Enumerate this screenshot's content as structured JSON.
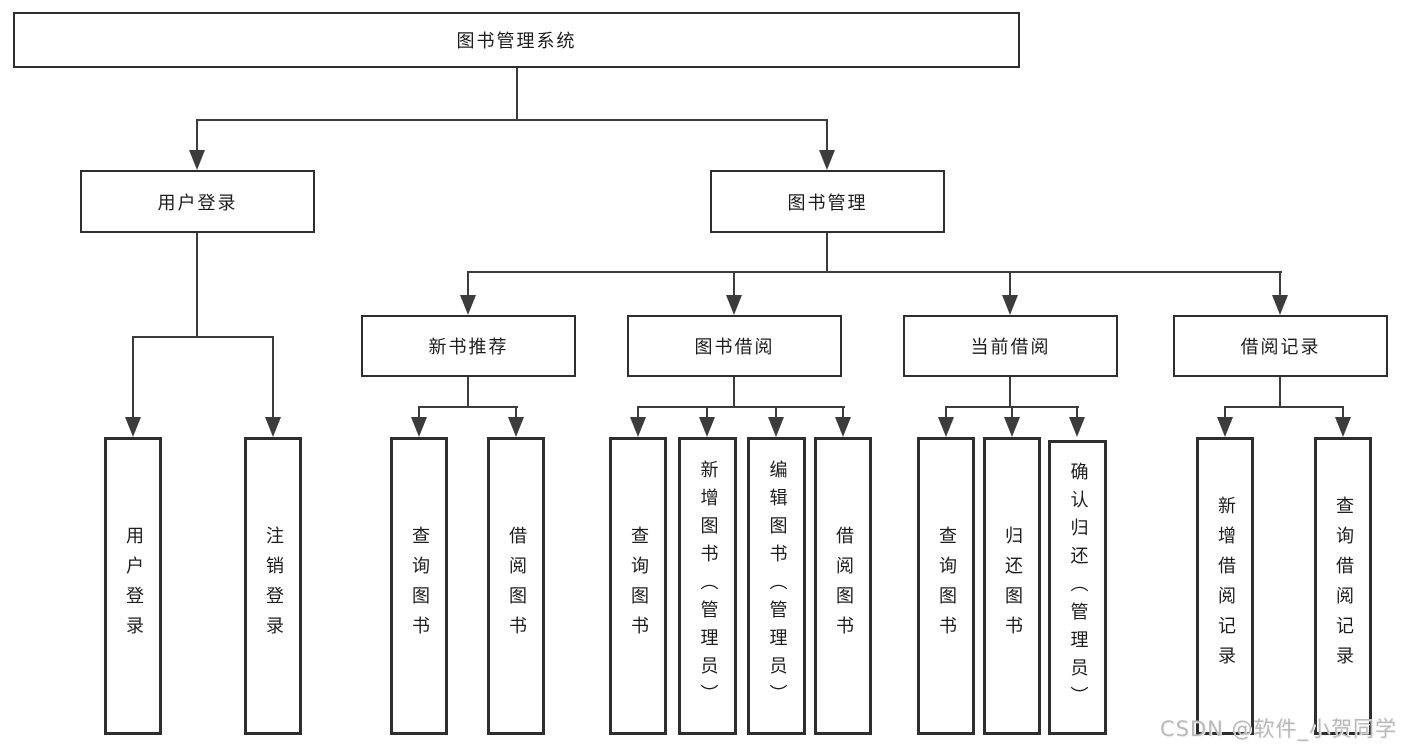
{
  "tree": {
    "root": {
      "label": "图书管理系统",
      "children": [
        {
          "label": "用户登录",
          "children": [
            {
              "label": "用户登录"
            },
            {
              "label": "注销登录"
            }
          ]
        },
        {
          "label": "图书管理",
          "children": [
            {
              "label": "新书推荐",
              "children": [
                {
                  "label": "查询图书"
                },
                {
                  "label": "借阅图书"
                }
              ]
            },
            {
              "label": "图书借阅",
              "children": [
                {
                  "label": "查询图书"
                },
                {
                  "label": "新增图书（管理员）"
                },
                {
                  "label": "编辑图书（管理员）"
                },
                {
                  "label": "借阅图书"
                }
              ]
            },
            {
              "label": "当前借阅",
              "children": [
                {
                  "label": "查询图书"
                },
                {
                  "label": "归还图书"
                },
                {
                  "label": "确认归还（管理员）"
                }
              ]
            },
            {
              "label": "借阅记录",
              "children": [
                {
                  "label": "新增借阅记录"
                },
                {
                  "label": "查询借阅记录"
                }
              ]
            }
          ]
        }
      ]
    }
  },
  "watermark": {
    "text": "CSDN @软件_小贺同学"
  },
  "colors": {
    "line": "#3c3c3c",
    "box_border": "#2e2e2e",
    "box_fill": "#ffffff",
    "text": "#1c1c1c",
    "watermark": "#b9b9b9",
    "background": "#ffffff"
  }
}
